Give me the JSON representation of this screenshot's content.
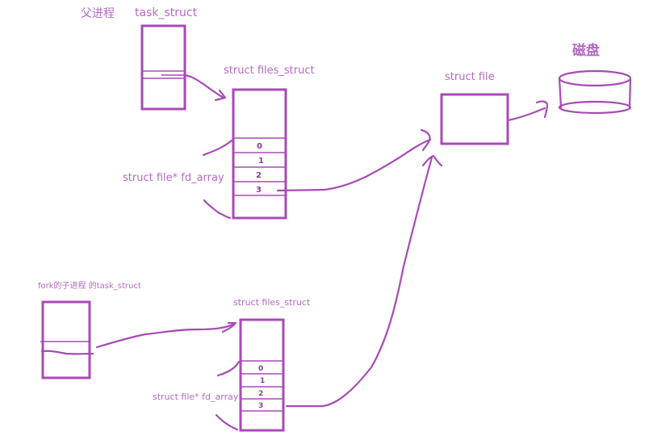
{
  "colors": {
    "stroke": "#a74bb5",
    "label": "#b36bc4",
    "index": "#8e3aa0",
    "background": "#ffffff"
  },
  "parent": {
    "process_label": "父进程",
    "task_struct_label": "task_struct",
    "files_struct_label": "struct files_struct",
    "fd_array_label": "struct file* fd_array",
    "fd_indices": [
      "0",
      "1",
      "2",
      "3"
    ]
  },
  "child": {
    "task_struct_label": "fork的子进程 的task_struct",
    "files_struct_label": "struct files_struct",
    "fd_array_label": "struct file* fd_array",
    "fd_indices": [
      "0",
      "1",
      "2",
      "3"
    ]
  },
  "file": {
    "label": "struct file"
  },
  "disk": {
    "label": "磁盘"
  }
}
